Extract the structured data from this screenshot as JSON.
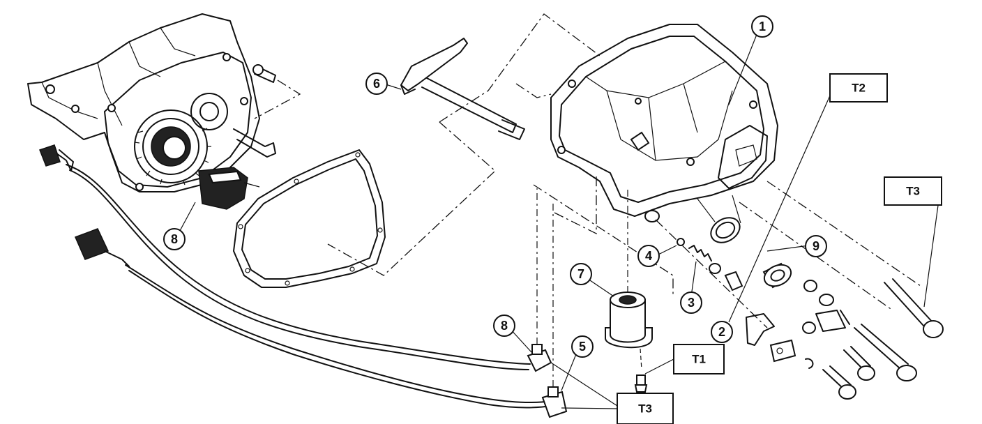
{
  "callouts": {
    "c1": "1",
    "c2": "2",
    "c3": "3",
    "c4": "4",
    "c5": "5",
    "c6": "6",
    "c7": "7",
    "c8a": "8",
    "c8b": "8",
    "c9": "9"
  },
  "torque_labels": {
    "t1": "T1",
    "t2": "T2",
    "t3a": "T3",
    "t3b": "T3"
  }
}
